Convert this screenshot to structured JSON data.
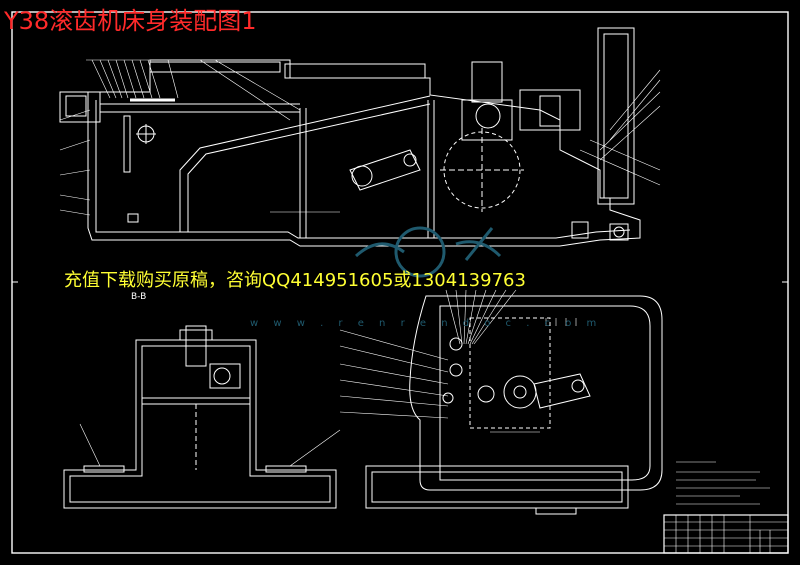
{
  "title": "Y38滚齿机床身装配图1",
  "promo_text": "充值下载购买原稿，咨询QQ414951605或1304139763",
  "section_label": "B-B",
  "watermark_text": "w w w . r e n r e n d o c . c o m",
  "colors": {
    "background": "#000000",
    "title": "#ff2a2a",
    "promo": "#ffff33",
    "line_white": "#ffffff",
    "line_dash": "#ffffff",
    "watermark": "#1f5a6e"
  },
  "icons": [
    "watermark-logo-icon"
  ]
}
